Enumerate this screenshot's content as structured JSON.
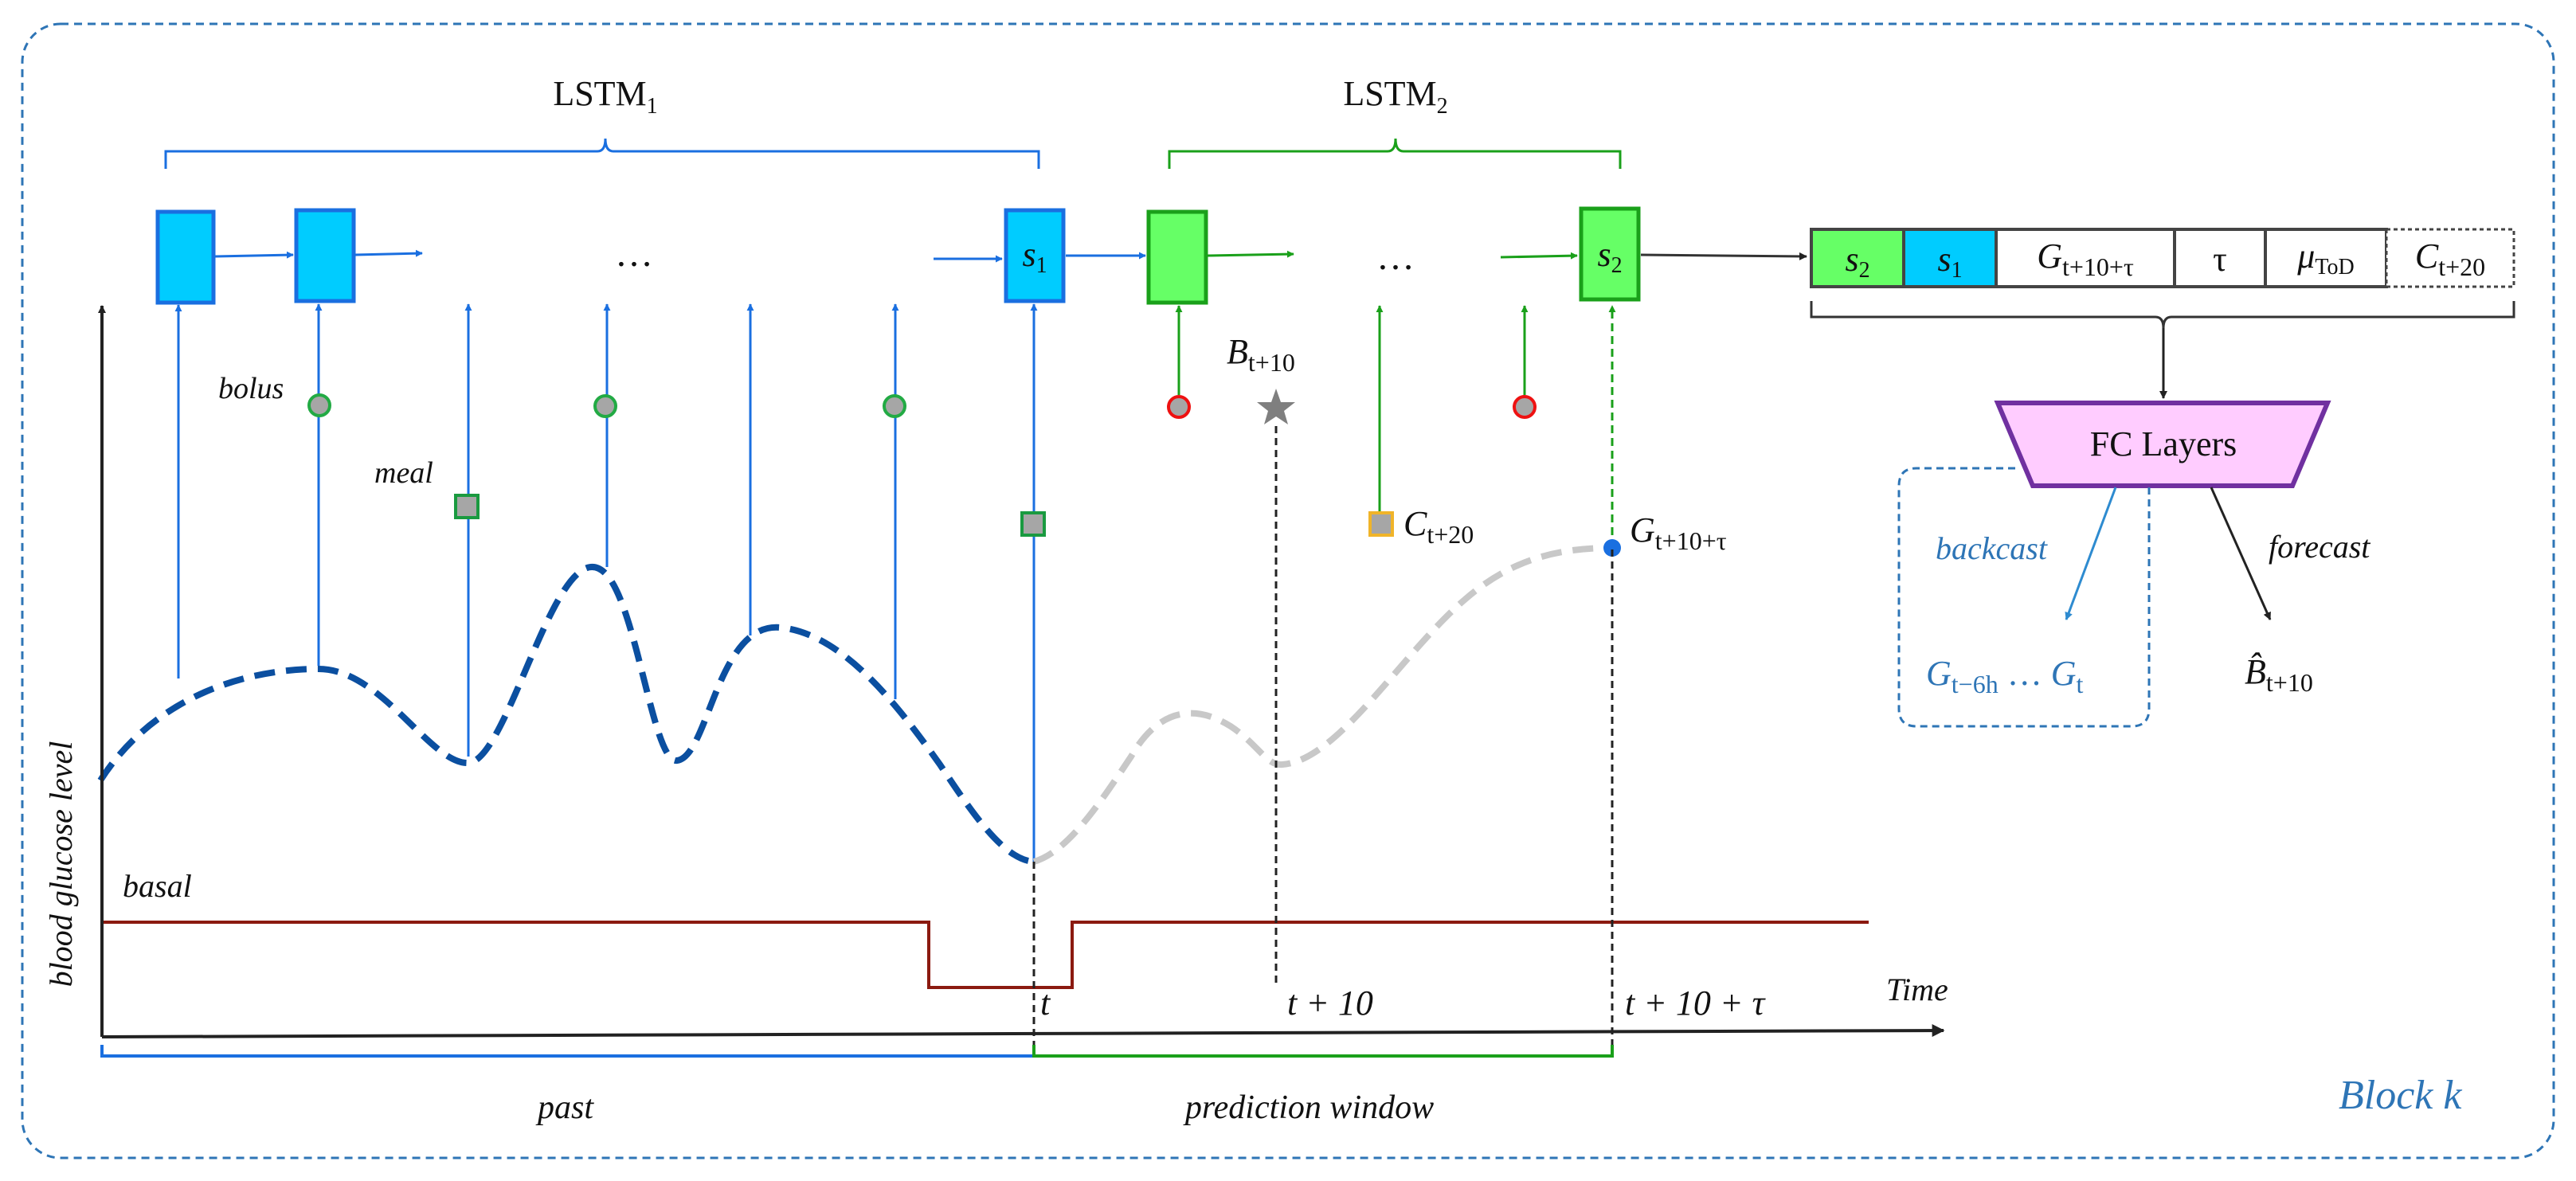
{
  "block_label": "Block k",
  "lstm1": {
    "label": "LSTM",
    "sub": "1"
  },
  "lstm2": {
    "label": "LSTM",
    "sub": "2"
  },
  "cells": {
    "s1": {
      "main": "s",
      "sub": "1"
    },
    "s2": {
      "main": "s",
      "sub": "2"
    },
    "ellipsis": "…"
  },
  "labels": {
    "bolus": "bolus",
    "meal": "meal",
    "basal": "basal",
    "y_axis": "blood glucose level",
    "x_axis": "Time",
    "past": "past",
    "prediction_window": "prediction window"
  },
  "ticks": {
    "t": "t",
    "t10": "t + 10",
    "t10tau": "t + 10 + τ"
  },
  "symbols": {
    "B_t10": {
      "main": "B",
      "sub": "t+10"
    },
    "C_t20": {
      "main": "C",
      "sub": "t+20"
    },
    "G_t10tau": {
      "main": "G",
      "sub": "t+10+τ"
    }
  },
  "vector": {
    "cells": [
      {
        "main": "s",
        "sub": "2"
      },
      {
        "main": "s",
        "sub": "1"
      },
      {
        "main": "G",
        "sub": "t+10+τ"
      },
      {
        "main": "τ",
        "sub": ""
      },
      {
        "main": "μ",
        "sub": "ToD"
      },
      {
        "main": "C",
        "sub": "t+20"
      }
    ]
  },
  "fc": {
    "label": "FC Layers",
    "backcast": "backcast",
    "forecast": "forecast",
    "backcast_out": {
      "g1": "G",
      "s1": "t−6h",
      "mid": " … ",
      "g2": "G",
      "s2": "t"
    },
    "forecast_out": {
      "main": "B̂",
      "sub": "t+10"
    }
  },
  "colors": {
    "blue_cell": "#00ccff",
    "green_cell": "#66ff66",
    "arrow_blue": "#1a6fe0",
    "arrow_green": "#1aa01a",
    "curve_past": "#0b4fa0",
    "curve_future": "#c8c8c8",
    "basal": "#8b1a10",
    "fc_fill": "#ffccff",
    "fc_stroke": "#7030a0",
    "border": "#2e75b6",
    "block_text": "#2e75b6"
  }
}
